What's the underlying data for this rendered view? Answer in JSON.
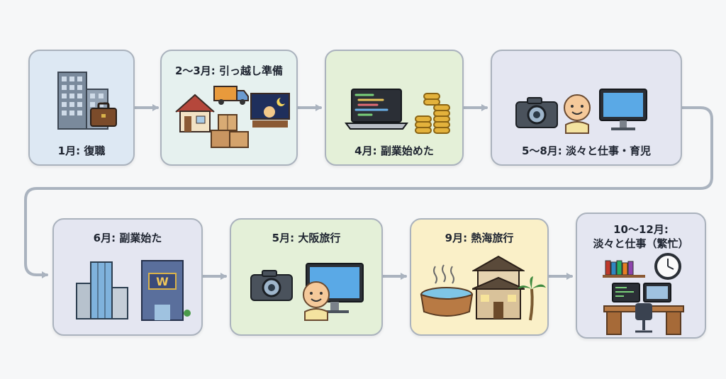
{
  "colors": {
    "blue": "#dde8f3",
    "mint": "#e6f1ef",
    "green": "#e4f0d8",
    "lavender": "#e4e6f1",
    "yellow": "#faf0c8",
    "connector": "#aab3bf"
  },
  "row1": [
    {
      "label": "1月: 復職",
      "icons": [
        "office-building-icon",
        "briefcase-icon"
      ]
    },
    {
      "label": "2〜3月: 引っ越し準備",
      "icons": [
        "house-icon",
        "moving-truck-icon",
        "boxes-icon",
        "night-work-icon"
      ]
    },
    {
      "label": "4月: 副業始めた",
      "icons": [
        "laptop-code-icon",
        "coins-icon"
      ]
    },
    {
      "label": "5〜8月: 淡々と仕事・育児",
      "icons": [
        "camera-icon",
        "baby-icon",
        "monitor-icon"
      ]
    }
  ],
  "row2": [
    {
      "label": "6月: 副業始た",
      "icons": [
        "skyscraper-icon",
        "w-building-icon"
      ]
    },
    {
      "label": "5月: 大阪旅行",
      "icons": [
        "camera-icon",
        "baby-icon",
        "monitor-icon"
      ]
    },
    {
      "label": "9月: 熱海旅行",
      "icons": [
        "hot-spring-icon",
        "ryokan-icon",
        "palm-tree-icon"
      ]
    },
    {
      "label_line1": "10〜12月:",
      "label_line2": "淡々と仕事（繁忙）",
      "icons": [
        "bookshelf-icon",
        "clock-icon",
        "desk-workstation-icon"
      ]
    }
  ]
}
